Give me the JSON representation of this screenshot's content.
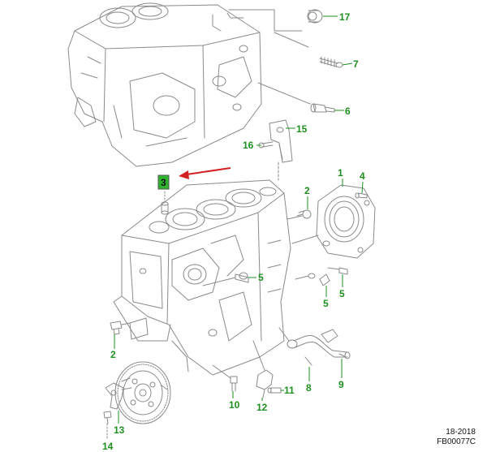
{
  "colors": {
    "callout_green": "#1f8f1f",
    "arrow_red": "#d42020",
    "highlight_fill": "#2fb32f",
    "line_gray": "#8a8a8a"
  },
  "callouts": [
    {
      "id": "c17",
      "label": "17"
    },
    {
      "id": "c7",
      "label": "7"
    },
    {
      "id": "c6",
      "label": "6"
    },
    {
      "id": "c15",
      "label": "15"
    },
    {
      "id": "c16",
      "label": "16"
    },
    {
      "id": "c3",
      "label": "3"
    },
    {
      "id": "c1",
      "label": "1"
    },
    {
      "id": "c4",
      "label": "4"
    },
    {
      "id": "c2a",
      "label": "2"
    },
    {
      "id": "c5a",
      "label": "5"
    },
    {
      "id": "c5b",
      "label": "5"
    },
    {
      "id": "c5c",
      "label": "5"
    },
    {
      "id": "c2b",
      "label": "2"
    },
    {
      "id": "c8",
      "label": "8"
    },
    {
      "id": "c9",
      "label": "9"
    },
    {
      "id": "c10",
      "label": "10"
    },
    {
      "id": "c11",
      "label": "11"
    },
    {
      "id": "c12",
      "label": "12"
    },
    {
      "id": "c13",
      "label": "13"
    },
    {
      "id": "c14",
      "label": "14"
    }
  ],
  "reference": {
    "date": "18-2018",
    "code": "FB00077C"
  }
}
